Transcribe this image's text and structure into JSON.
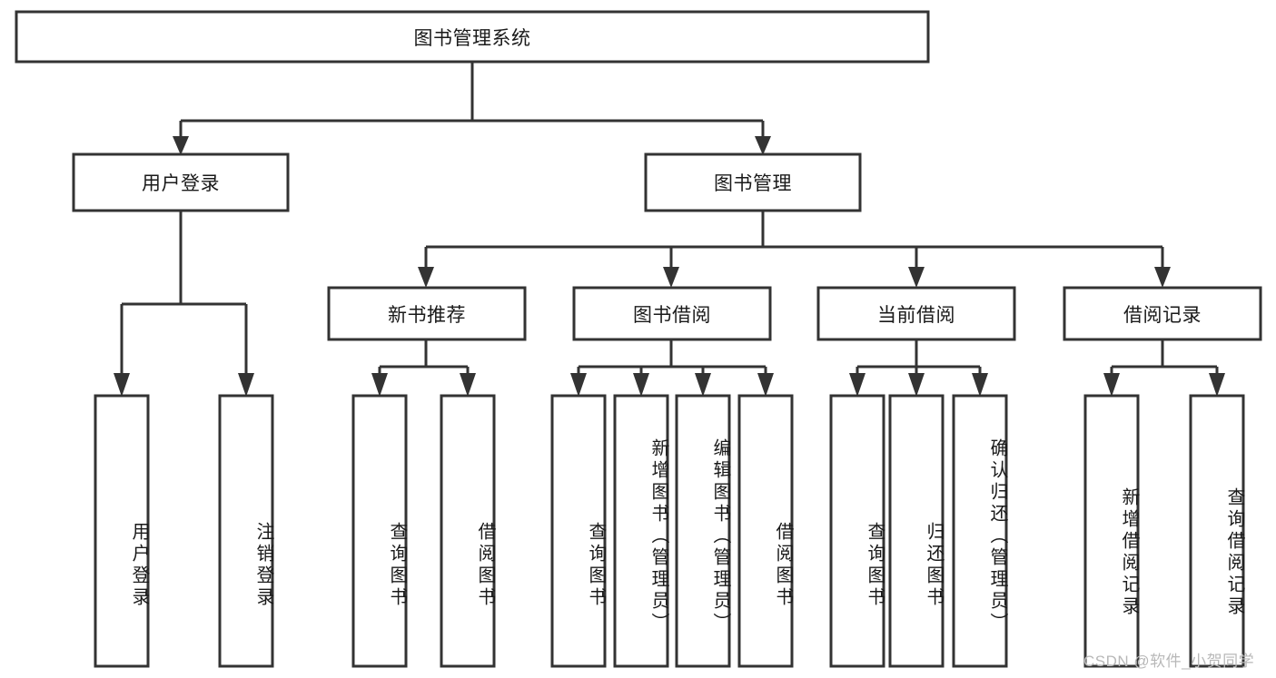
{
  "diagram": {
    "type": "tree-hierarchy-chart",
    "title": "图书管理系统",
    "orientation": "top-down",
    "colors": {
      "box_stroke": "#333333",
      "box_fill": "#ffffff",
      "connector": "#333333",
      "text": "#1a1a1a",
      "watermark": "#b8b8b8",
      "background": "#ffffff"
    },
    "nodes": {
      "root": {
        "label": "图书管理系统",
        "level": 0,
        "text_direction": "horizontal"
      },
      "level1": [
        {
          "id": "user-login",
          "label": "用户登录",
          "text_direction": "horizontal"
        },
        {
          "id": "book-management",
          "label": "图书管理",
          "text_direction": "horizontal"
        }
      ],
      "level2": [
        {
          "id": "new-book-recommend",
          "label": "新书推荐",
          "text_direction": "horizontal",
          "parent": "book-management"
        },
        {
          "id": "book-borrow",
          "label": "图书借阅",
          "text_direction": "horizontal",
          "parent": "book-management"
        },
        {
          "id": "current-borrow",
          "label": "当前借阅",
          "text_direction": "horizontal",
          "parent": "book-management"
        },
        {
          "id": "borrow-record",
          "label": "借阅记录",
          "text_direction": "horizontal",
          "parent": "book-management"
        }
      ],
      "leaves": [
        {
          "id": "leaf-user-login",
          "label": "用户登录",
          "parent": "user-login",
          "text_direction": "vertical"
        },
        {
          "id": "leaf-user-logout",
          "label": "注销登录",
          "parent": "user-login",
          "text_direction": "vertical"
        },
        {
          "id": "leaf-query-book-1",
          "label": "查询图书",
          "parent": "new-book-recommend",
          "text_direction": "vertical"
        },
        {
          "id": "leaf-borrow-book-1",
          "label": "借阅图书",
          "parent": "new-book-recommend",
          "text_direction": "vertical"
        },
        {
          "id": "leaf-query-book-2",
          "label": "查询图书",
          "parent": "book-borrow",
          "text_direction": "vertical"
        },
        {
          "id": "leaf-add-book-admin",
          "label": "新增图书（管理员）",
          "parent": "book-borrow",
          "text_direction": "vertical"
        },
        {
          "id": "leaf-edit-book-admin",
          "label": "编辑图书（管理员）",
          "parent": "book-borrow",
          "text_direction": "vertical"
        },
        {
          "id": "leaf-borrow-book-2",
          "label": "借阅图书",
          "parent": "book-borrow",
          "text_direction": "vertical"
        },
        {
          "id": "leaf-query-book-3",
          "label": "查询图书",
          "parent": "current-borrow",
          "text_direction": "vertical"
        },
        {
          "id": "leaf-return-book",
          "label": "归还图书",
          "parent": "current-borrow",
          "text_direction": "vertical"
        },
        {
          "id": "leaf-confirm-return-admin",
          "label": "确认归还（管理员）",
          "parent": "current-borrow",
          "text_direction": "vertical"
        },
        {
          "id": "leaf-add-borrow-record",
          "label": "新增借阅记录",
          "parent": "borrow-record",
          "text_direction": "vertical"
        },
        {
          "id": "leaf-query-borrow-record",
          "label": "查询借阅记录",
          "parent": "borrow-record",
          "text_direction": "vertical"
        }
      ]
    },
    "watermark": "CSDN @软件_小贺同学"
  }
}
